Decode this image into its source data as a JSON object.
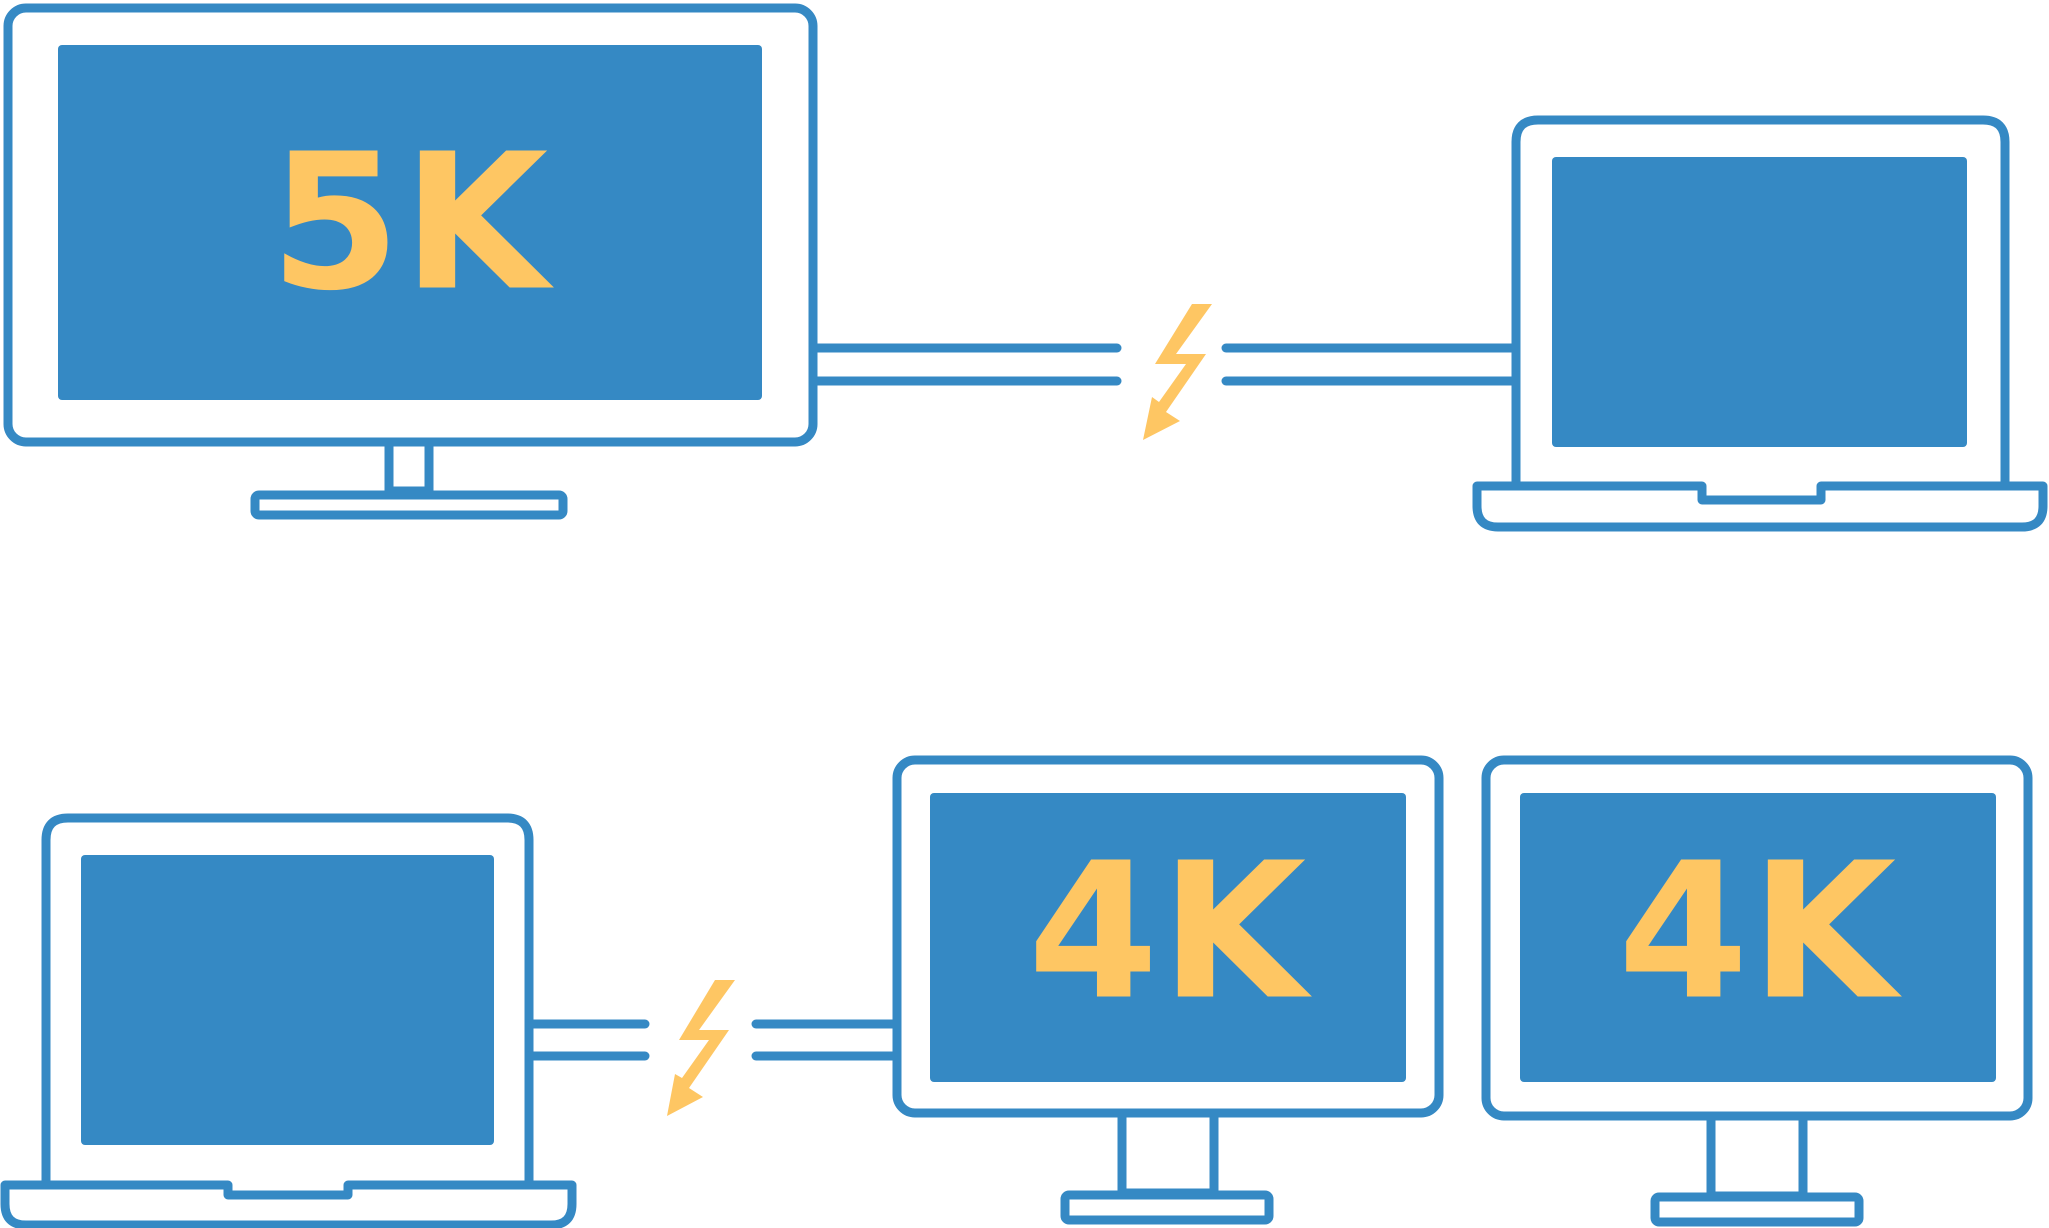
{
  "colors": {
    "device_outline": "#3589C4",
    "screen_fill": "#3589C4",
    "accent": "#FEC663",
    "background": "#FFFFFF"
  },
  "icons": {
    "connection": "lightning-bolt-icon"
  },
  "top_row": {
    "display": {
      "label": "5K"
    },
    "laptop": {
      "label": ""
    }
  },
  "bottom_row": {
    "laptop": {
      "label": ""
    },
    "display_1": {
      "label": "4K"
    },
    "display_2": {
      "label": "4K"
    }
  }
}
